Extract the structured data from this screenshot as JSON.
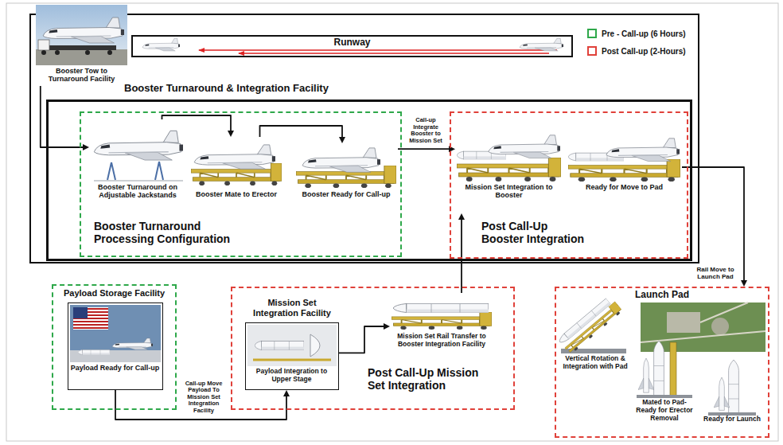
{
  "diagram": {
    "nodes": [
      {
        "text": [
          "Runway"
        ]
      },
      {
        "text": [
          "Booster Tow to Turnaround Facility"
        ]
      },
      {
        "text": [
          "Booster Turnaround & Integration Facility"
        ]
      },
      {
        "text": [
          "Booster Turnaround Processing Configuration"
        ],
        "in": 2
      },
      {
        "text": [
          "Booster Turnaround on Adjustable Jackstands"
        ],
        "in": 3
      },
      {
        "text": [
          "Booster Mate to Erector"
        ],
        "in": 3
      },
      {
        "text": [
          "Booster Ready for Call-up"
        ],
        "in": 3
      },
      {
        "text": [
          "Post Call-Up Booster Integration"
        ],
        "in": 2
      },
      {
        "text": [
          "Mission Set Integration to Booster"
        ],
        "in": 7
      },
      {
        "text": [
          "Ready for Move to Pad"
        ],
        "in": 7
      },
      {
        "text": [
          "Payload Storage Facility"
        ]
      },
      {
        "text": [
          "Payload Ready for Call-up"
        ],
        "in": 10
      },
      {
        "text": [
          "Post Call-Up Mission Set Integration"
        ]
      },
      {
        "text": [
          "Mission Set Integration Facility",
          "Payload Integration to Upper Stage"
        ],
        "in": 12
      },
      {
        "text": [
          "Mission Set Rail Transfer to Booster Integration Facility"
        ],
        "in": 12
      },
      {
        "text": [
          "Launch Pad"
        ]
      },
      {
        "text": [
          "Vertical Rotation & Integration with Pad"
        ],
        "in": 15
      },
      {
        "text": [
          "Mated to Pad- Ready for Erector Removal"
        ],
        "in": 15
      },
      {
        "text": [
          "Ready for Launch"
        ],
        "in": 15
      }
    ],
    "edges": [
      {
        "from": 1,
        "to": 4,
        "arrow": "to"
      },
      {
        "from": 4,
        "to": 5,
        "arrow": "to"
      },
      {
        "from": 5,
        "to": 6,
        "arrow": "to"
      },
      {
        "from": 6,
        "to": 8,
        "label": "Call-up Integrate Booster to Mission Set",
        "arrow": "to"
      },
      {
        "from": 9,
        "to": 15,
        "label": "Rail Move to Launch Pad",
        "arrow": "to"
      },
      {
        "from": 11,
        "to": 13,
        "label": "Call-up Move Payload To Mission Set Integration Facility",
        "arrow": "to"
      },
      {
        "from": 13,
        "to": 14,
        "arrow": "to"
      },
      {
        "from": 14,
        "to": 8,
        "arrow": "to"
      }
    ],
    "legend": [
      {
        "text": "Pre - Call-up (6 Hours)"
      },
      {
        "text": "Post Call-up (2-Hours)"
      }
    ]
  }
}
